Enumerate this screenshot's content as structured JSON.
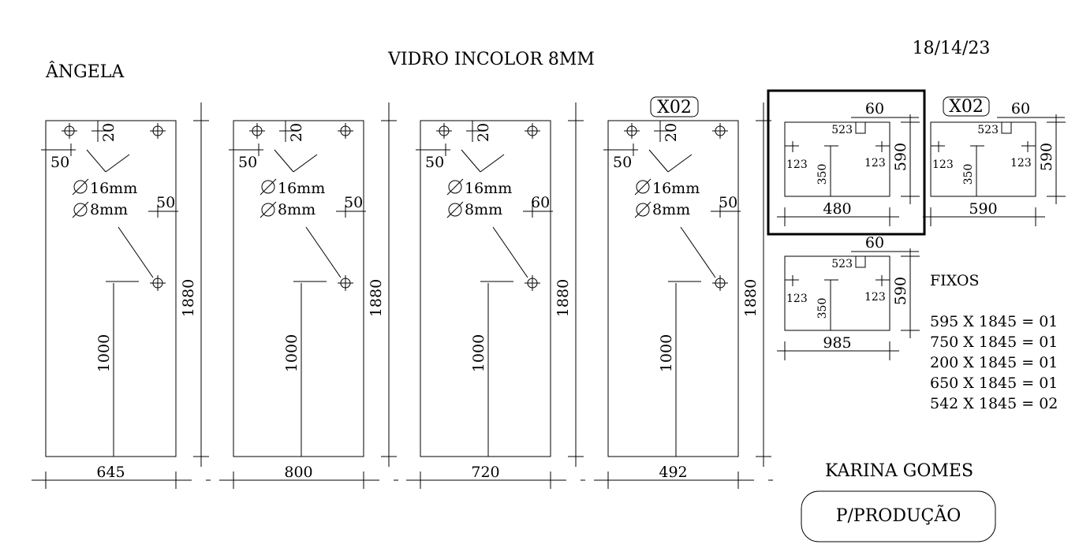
{
  "header": {
    "client_left": "ÂNGELA",
    "material": "VIDRO INCOLOR 8MM",
    "date": "18/14/23",
    "client_right": "KARINA GOMES",
    "stamp": "P/PRODUÇÃO"
  },
  "panels": [
    {
      "width": "645",
      "height": "1880",
      "top_offset": "20",
      "side_offset": "50",
      "hole_offset": "50",
      "hole_height": "1000",
      "big_hole": "16mm",
      "small_hole": "8mm",
      "qty": ""
    },
    {
      "width": "800",
      "height": "1880",
      "top_offset": "20",
      "side_offset": "50",
      "hole_offset": "50",
      "hole_height": "1000",
      "big_hole": "16mm",
      "small_hole": "8mm",
      "qty": ""
    },
    {
      "width": "720",
      "height": "1880",
      "top_offset": "20",
      "side_offset": "50",
      "hole_offset": "60",
      "hole_height": "1000",
      "big_hole": "16mm",
      "small_hole": "8mm",
      "qty": ""
    },
    {
      "width": "492",
      "height": "1880",
      "top_offset": "20",
      "side_offset": "50",
      "hole_offset": "50",
      "hole_height": "1000",
      "big_hole": "16mm",
      "small_hole": "8mm",
      "qty": "X02"
    }
  ],
  "small_panels": [
    {
      "width": "480",
      "height": "590",
      "notch_offset": "60",
      "notch_label": "523",
      "left_side": "123",
      "right_side": "123",
      "center": "350",
      "qty": "",
      "highlighted": true
    },
    {
      "width": "590",
      "height": "590",
      "notch_offset": "60",
      "notch_label": "523",
      "left_side": "123",
      "right_side": "123",
      "center": "350",
      "qty": "X02",
      "highlighted": false
    },
    {
      "width": "985",
      "height": "590",
      "notch_offset": "60",
      "notch_label": "523",
      "left_side": "123",
      "right_side": "123",
      "center": "350",
      "qty": "",
      "highlighted": false
    }
  ],
  "fixos": {
    "title": "FIXOS",
    "items": [
      "595 X 1845 = 01",
      "750 X 1845 = 01",
      "200 X 1845 = 01",
      "650 X 1845 = 01",
      "542 X 1845 = 02"
    ]
  }
}
